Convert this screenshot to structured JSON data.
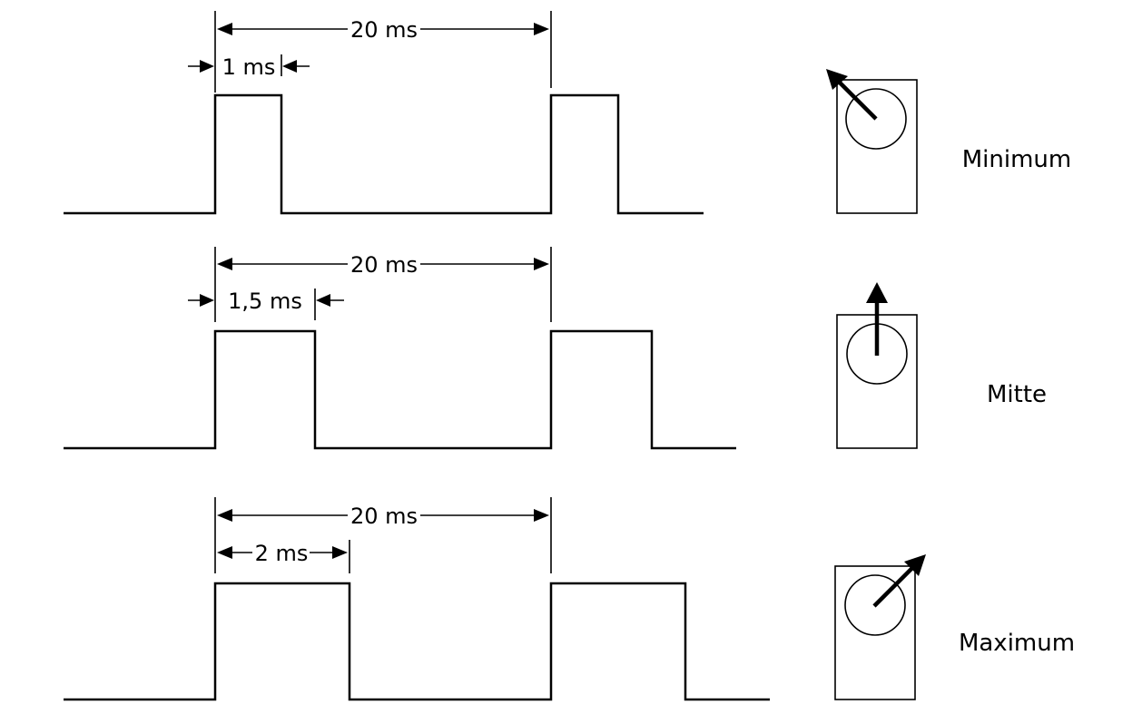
{
  "diagram": {
    "rows": [
      {
        "period_label": "20 ms",
        "pulse_label": "1 ms",
        "pulse_ms": 1,
        "period_ms": 20,
        "state_label": "Minimum"
      },
      {
        "period_label": "20 ms",
        "pulse_label": "1,5 ms",
        "pulse_ms": 1.5,
        "period_ms": 20,
        "state_label": "Mitte"
      },
      {
        "period_label": "20 ms",
        "pulse_label": "2 ms",
        "pulse_ms": 2,
        "period_ms": 20,
        "state_label": "Maximum"
      }
    ]
  }
}
